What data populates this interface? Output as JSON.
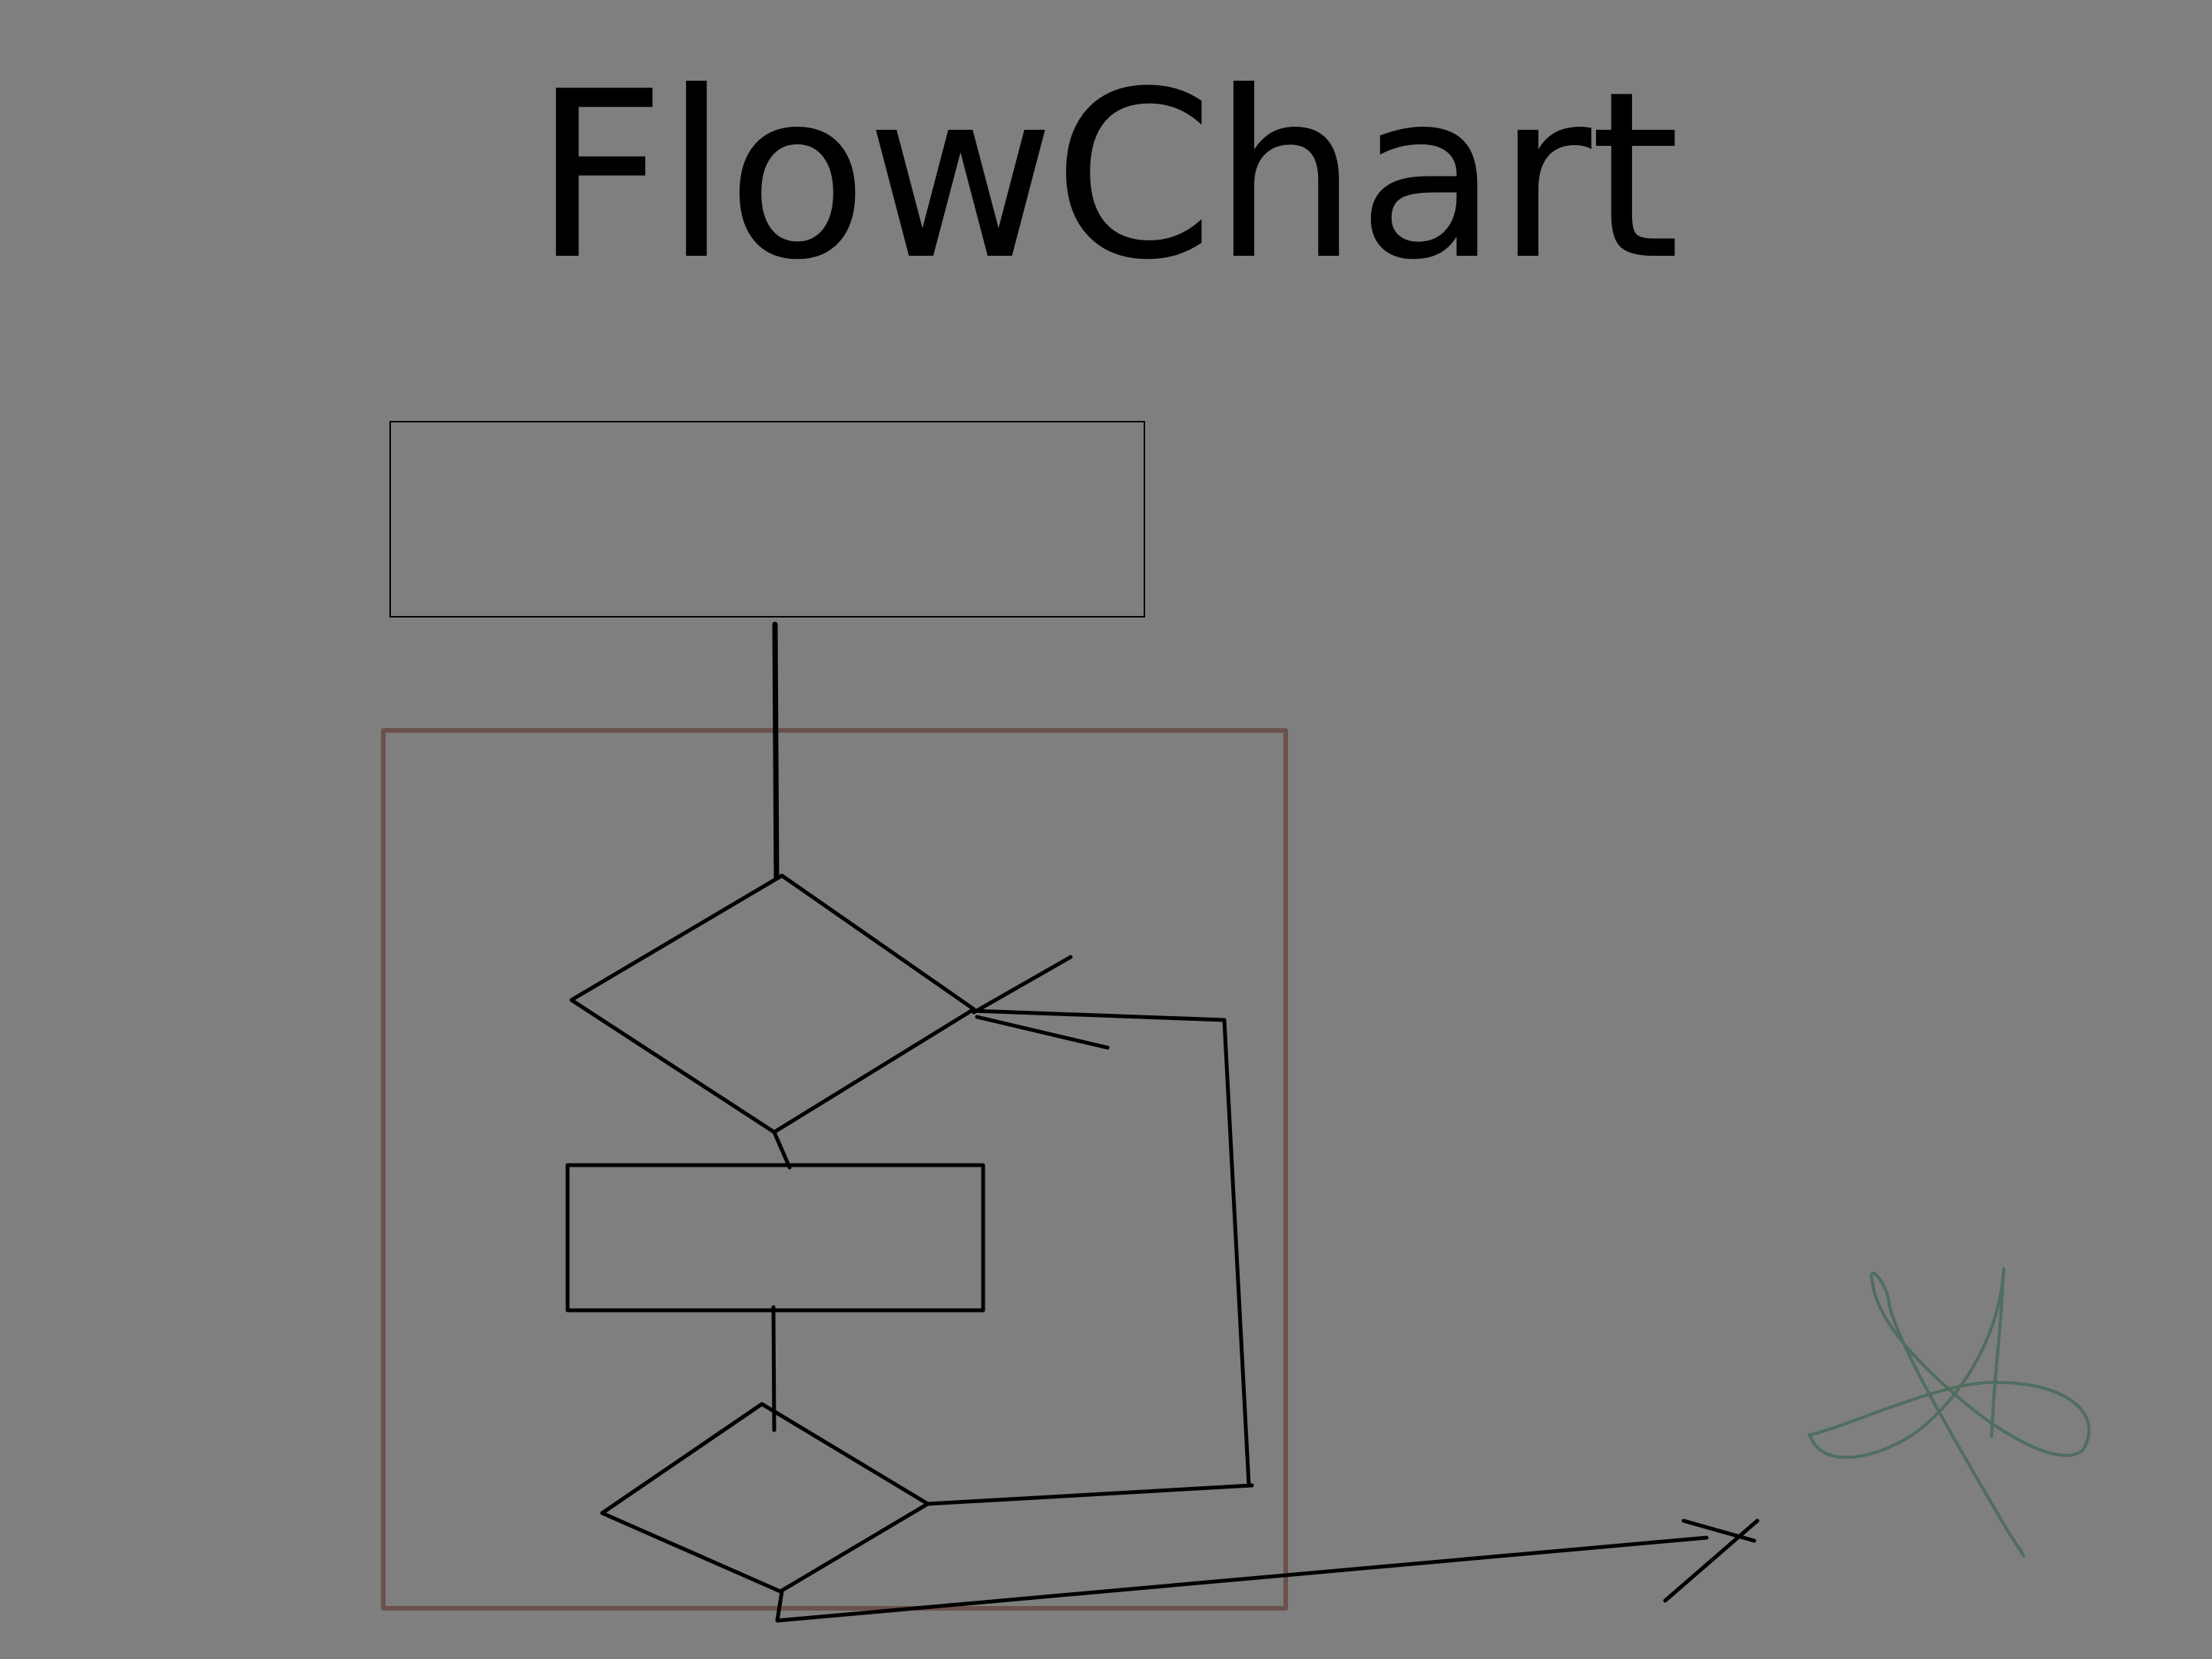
{
  "title": "FlowChart",
  "colors": {
    "background": "#7f7f7f",
    "ink": "#000000",
    "frame": "#6b514c",
    "signature": "#4f6e5f"
  },
  "shapes": [
    "process-box",
    "loop-frame",
    "decision-diamond",
    "process-box",
    "decision-diamond"
  ],
  "icons": [
    "signature-mark"
  ]
}
